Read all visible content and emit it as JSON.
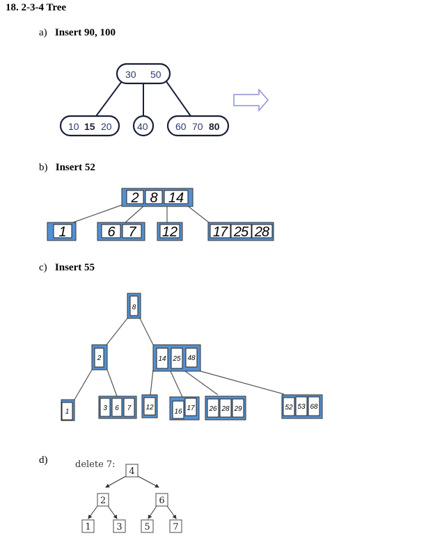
{
  "document": {
    "title": "18. 2-3-4 Tree"
  },
  "sections": {
    "a": {
      "marker": "a)",
      "label": "Insert 90, 100",
      "tree": {
        "root": [
          "30",
          "50"
        ],
        "children": [
          {
            "keys": [
              "10",
              "15",
              "20"
            ],
            "bold": [
              "15"
            ]
          },
          {
            "keys": [
              "40"
            ],
            "bold": []
          },
          {
            "keys": [
              "60",
              "70",
              "80"
            ],
            "bold": [
              "80"
            ]
          }
        ]
      },
      "arrow_icon": "right-arrow-outline",
      "colors": {
        "node_text": "#2b3b6e",
        "node_border": "#1a1f3a",
        "arrow": "#8c8fd8"
      }
    },
    "b": {
      "marker": "b)",
      "label": "Insert 52",
      "tree": {
        "root": [
          "2",
          "8",
          "14"
        ],
        "children": [
          [
            "1"
          ],
          [
            "6",
            "7"
          ],
          [
            "12"
          ],
          [
            "17",
            "25",
            "28"
          ]
        ]
      },
      "colors": {
        "node_fill": "#5590d0",
        "key_fill": "#ffffff",
        "edge": "#555555"
      }
    },
    "c": {
      "marker": "c)",
      "label": "Insert 55",
      "tree": {
        "root": [
          "8"
        ],
        "level2": [
          [
            "2"
          ],
          [
            "14",
            "25",
            "48"
          ]
        ],
        "leaves": [
          [
            "1"
          ],
          [
            "3",
            "6",
            "7"
          ],
          [
            "12"
          ],
          [
            "16",
            "17"
          ],
          [
            "26",
            "28",
            "29"
          ],
          [
            "52",
            "53",
            "68"
          ]
        ]
      },
      "colors": {
        "node_fill": "#5590d0",
        "key_fill": "#ffffff",
        "edge": "#555555"
      }
    },
    "d": {
      "marker": "d)",
      "caption": "delete 7:",
      "tree": {
        "root": "4",
        "level2": [
          "2",
          "6"
        ],
        "leaves": [
          "1",
          "3",
          "5",
          "7"
        ]
      },
      "colors": {
        "box_border": "#666666",
        "arrow": "#333333"
      }
    }
  }
}
